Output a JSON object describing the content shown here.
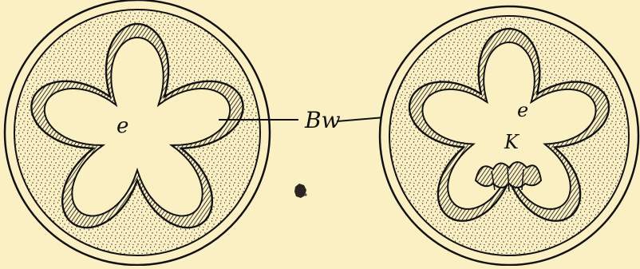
{
  "figure": {
    "labels": {
      "left_e": "e",
      "bw": "Bw",
      "right_e": "e",
      "right_k": "K"
    },
    "colors": {
      "paper": "#fbf0c4",
      "ink": "#111111"
    }
  }
}
